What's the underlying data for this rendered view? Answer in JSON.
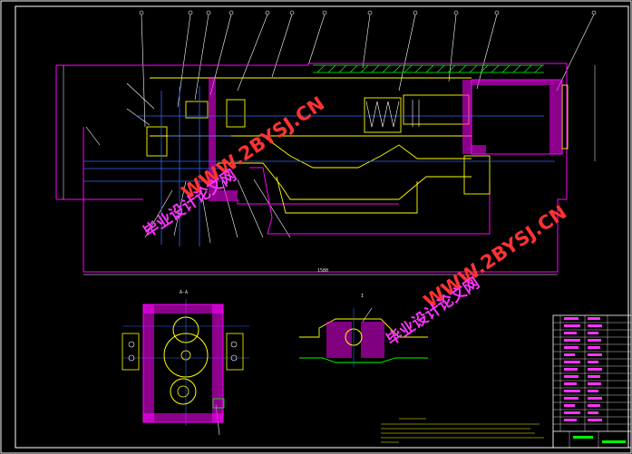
{
  "watermarks": {
    "site_url": "WWW.2BYSJ.CN",
    "site_name": "毕业设计论文网"
  },
  "drawing": {
    "section_label": "A-A",
    "detail_label": "I",
    "overall_dim": "1580"
  },
  "colors": {
    "background": "#000000",
    "frame": "#ffffff",
    "contour": "#ff00ff",
    "structure": "#ffff00",
    "center_lines": "#0000ff",
    "hatch": "#00ff00",
    "leader": "#ffffff",
    "watermark_red": "#ff3333",
    "watermark_magenta": "#ff33ff"
  }
}
